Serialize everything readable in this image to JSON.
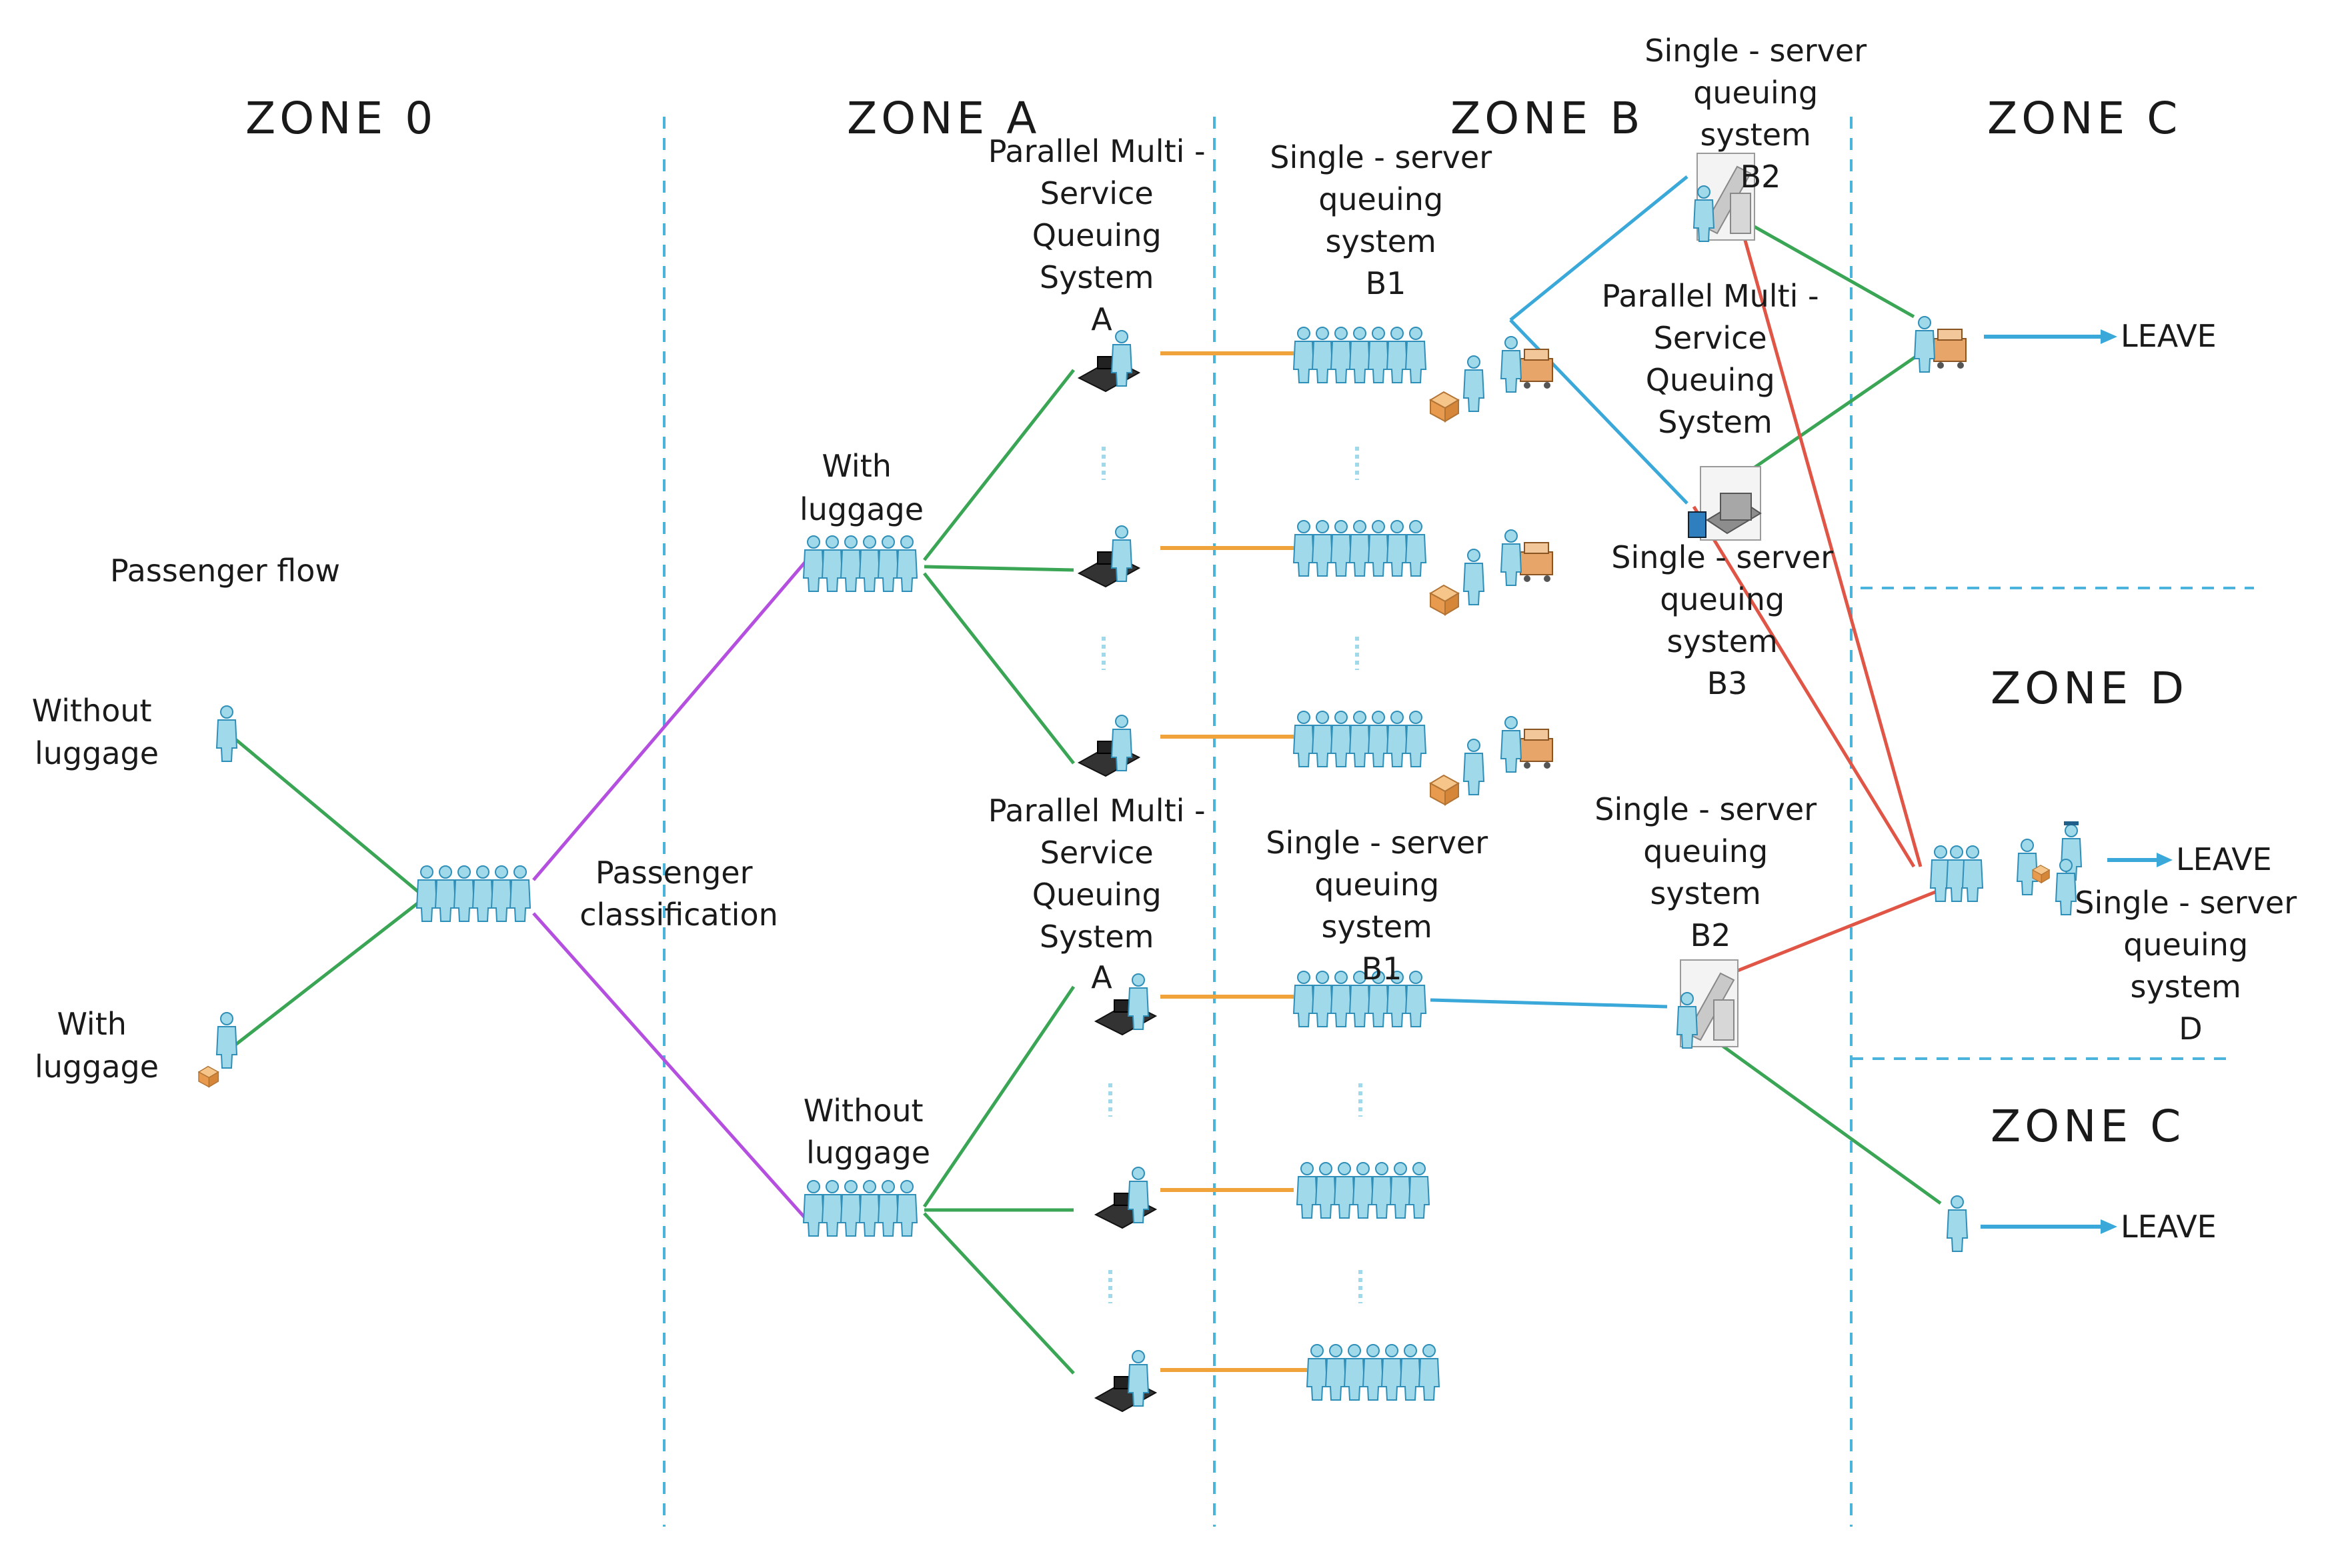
{
  "zones": {
    "zone_0": "ZONE 0",
    "zone_a": "ZONE A",
    "zone_b": "ZONE B",
    "zone_c_top": "ZONE C",
    "zone_d": "ZONE D",
    "zone_c_bottom": "ZONE C"
  },
  "left": {
    "passenger_flow": "Passenger flow",
    "without_luggage": [
      "Without",
      "luggage"
    ],
    "with_luggage": [
      "With",
      "luggage"
    ],
    "passenger_classification": [
      "Passenger",
      "classification"
    ]
  },
  "zone_a": {
    "with_luggage": [
      "With",
      "luggage"
    ],
    "without_luggage": [
      "Without",
      "luggage"
    ],
    "system_a_top": [
      "Parallel Multi -",
      "Service",
      "Queuing",
      "System",
      "A"
    ],
    "system_a_bottom": [
      "Parallel Multi -",
      "Service",
      "Queuing",
      "System",
      "A"
    ]
  },
  "zone_b": {
    "b1_top": [
      "Single - server",
      "queuing",
      "system",
      "B1"
    ],
    "b1_bottom": [
      "Single - server",
      "queuing",
      "system",
      "B1"
    ],
    "b2_top": [
      "Single - server",
      "queuing",
      "system",
      "B2"
    ],
    "parallel_mid": [
      "Parallel Multi -",
      "Service",
      "Queuing",
      "System"
    ],
    "b3": [
      "Single - server",
      "queuing",
      "system",
      "B3"
    ],
    "b2_bottom": [
      "Single - server",
      "queuing",
      "system",
      "B2"
    ]
  },
  "zone_d": {
    "system_d": [
      "Single - server",
      "queuing",
      "system",
      "D"
    ]
  },
  "exits": {
    "leave_top": "LEAVE",
    "leave_middle": "LEAVE",
    "leave_bottom": "LEAVE"
  },
  "colors": {
    "person": "#9fd9ea",
    "person_dark": "#2f8fb8",
    "green": "#3aa655",
    "blue": "#3aa8d8",
    "purple": "#b44fe0",
    "orange": "#f0a33a",
    "red": "#e05545",
    "divider": "#4ab4dc"
  }
}
